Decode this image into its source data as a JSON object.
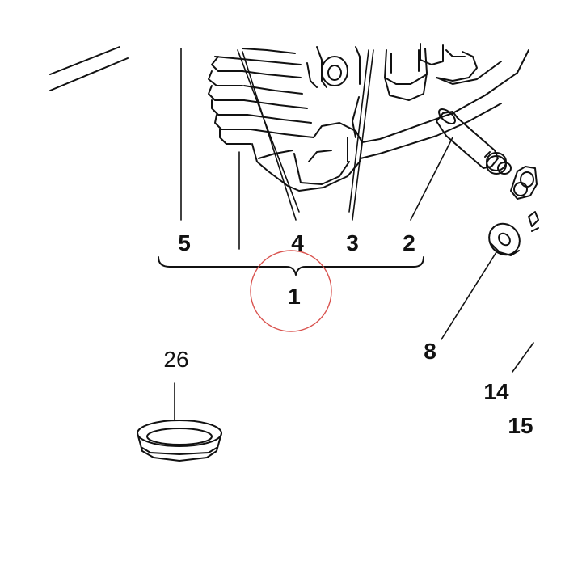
{
  "labels": {
    "part_5": "5",
    "part_4": "4",
    "part_3": "3",
    "part_2": "2",
    "part_1": "1",
    "part_8": "8",
    "part_14": "14",
    "part_15": "15",
    "part_26": "26"
  },
  "colors": {
    "line": "#111111",
    "highlight_circle": "#d9534f",
    "background": "#ffffff"
  }
}
